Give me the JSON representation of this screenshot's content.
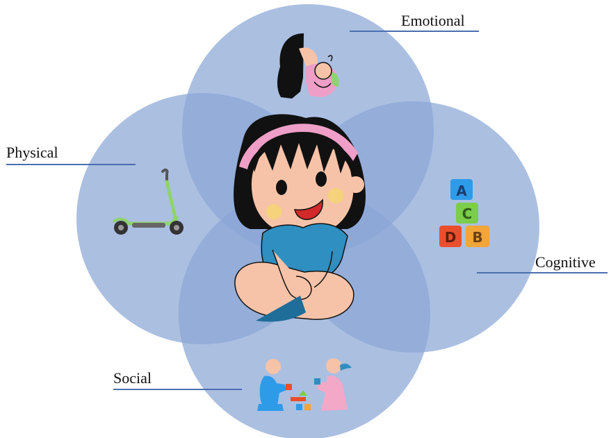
{
  "diagram": {
    "labels": {
      "emotional": "Emotional",
      "physical": "Physical",
      "cognitive": "Cognitive",
      "social": "Social"
    },
    "blocks": {
      "a": "A",
      "c": "C",
      "d": "D",
      "b": "B"
    },
    "colors": {
      "circle": "#8aa6d6",
      "line": "#4a6eb0",
      "skin": "#f7c3a8",
      "shirt": "#2f8fc1",
      "hair": "#111111",
      "headband": "#ef9fc7",
      "scooter": "#8ed46b",
      "block_a": "#2e9be8",
      "block_c": "#7ccd49",
      "block_d": "#ea4f2c",
      "block_b": "#f3a53a"
    }
  }
}
